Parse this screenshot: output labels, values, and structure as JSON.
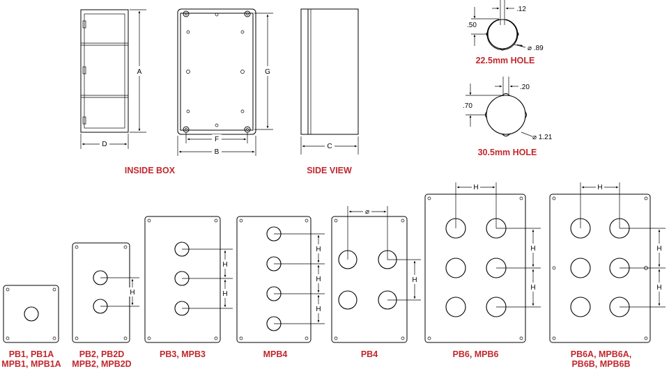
{
  "labels": {
    "inside_box": "INSIDE BOX",
    "side_view": "SIDE VIEW",
    "hole_22": "22.5mm HOLE",
    "hole_30": "30.5mm HOLE",
    "pb1_l1": "PB1, PB1A",
    "pb1_l2": "MPB1, MPB1A",
    "pb2_l1": "PB2, PB2D",
    "pb2_l2": "MPB2, MPB2D",
    "pb3": "PB3, MPB3",
    "mpb4": "MPB4",
    "pb4": "PB4",
    "pb6": "PB6, MPB6",
    "pb6a_l1": "PB6A, MPB6A,",
    "pb6a_l2": "PB6B, MPB6B"
  },
  "dims": {
    "A": "A",
    "B": "B",
    "C": "C",
    "D": "D",
    "F": "F",
    "G": "G",
    "H": "H",
    "pb4_h": "⌀",
    "h22_top": ".12",
    "h22_side": ".50",
    "h22_dia": "⌀ .89",
    "h30_top": ".20",
    "h30_side": ".70",
    "h30_dia": "⌀ 1.21"
  },
  "colors": {
    "caption": "#c1272d",
    "line": "#000000"
  }
}
